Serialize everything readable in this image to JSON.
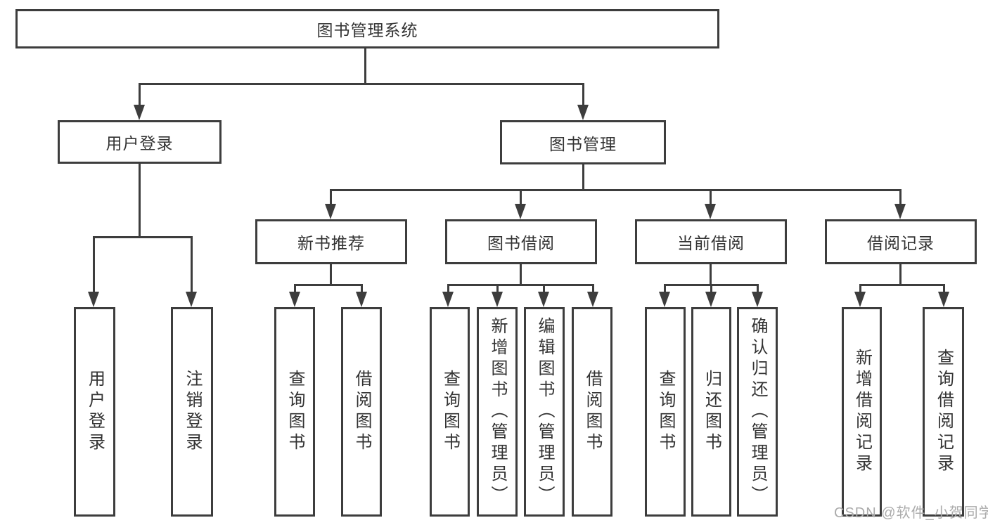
{
  "diagram": {
    "root": "图书管理系统",
    "branches": [
      {
        "label": "用户登录",
        "leaves": [
          "用户登录",
          "注销登录"
        ]
      },
      {
        "label": "图书管理",
        "sections": [
          {
            "label": "新书推荐",
            "leaves": [
              "查询图书",
              "借阅图书"
            ]
          },
          {
            "label": "图书借阅",
            "leaves": [
              "查询图书",
              "新增图书（管理员）",
              "编辑图书（管理员）",
              "借阅图书"
            ]
          },
          {
            "label": "当前借阅",
            "leaves": [
              "查询图书",
              "归还图书",
              "确认归还（管理员）"
            ]
          },
          {
            "label": "借阅记录",
            "leaves": [
              "新增借阅记录",
              "查询借阅记录"
            ]
          }
        ]
      }
    ]
  },
  "watermark": "CSDN @软件_小贺同学",
  "colors": {
    "line": "#3d3d3d",
    "text": "#333333",
    "watermark": "#ababab",
    "background": "#ffffff"
  }
}
